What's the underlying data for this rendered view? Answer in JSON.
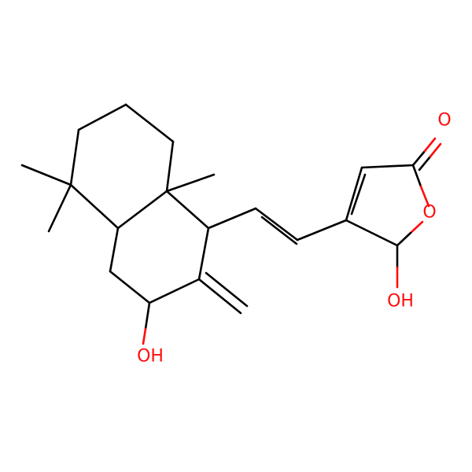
{
  "molecule": {
    "atoms": [
      {
        "id": "O1",
        "symbol": "O",
        "color": "#ff0d0d"
      },
      {
        "id": "O2",
        "symbol": "O",
        "color": "#ff0d0d"
      },
      {
        "id": "O3",
        "symbol": "OH",
        "color": "#ff0d0d"
      },
      {
        "id": "O4",
        "symbol": "OH",
        "color": "#ff0d0d"
      }
    ],
    "bond_color": "#000000",
    "heteroatom_color": "#ff0d0d"
  }
}
